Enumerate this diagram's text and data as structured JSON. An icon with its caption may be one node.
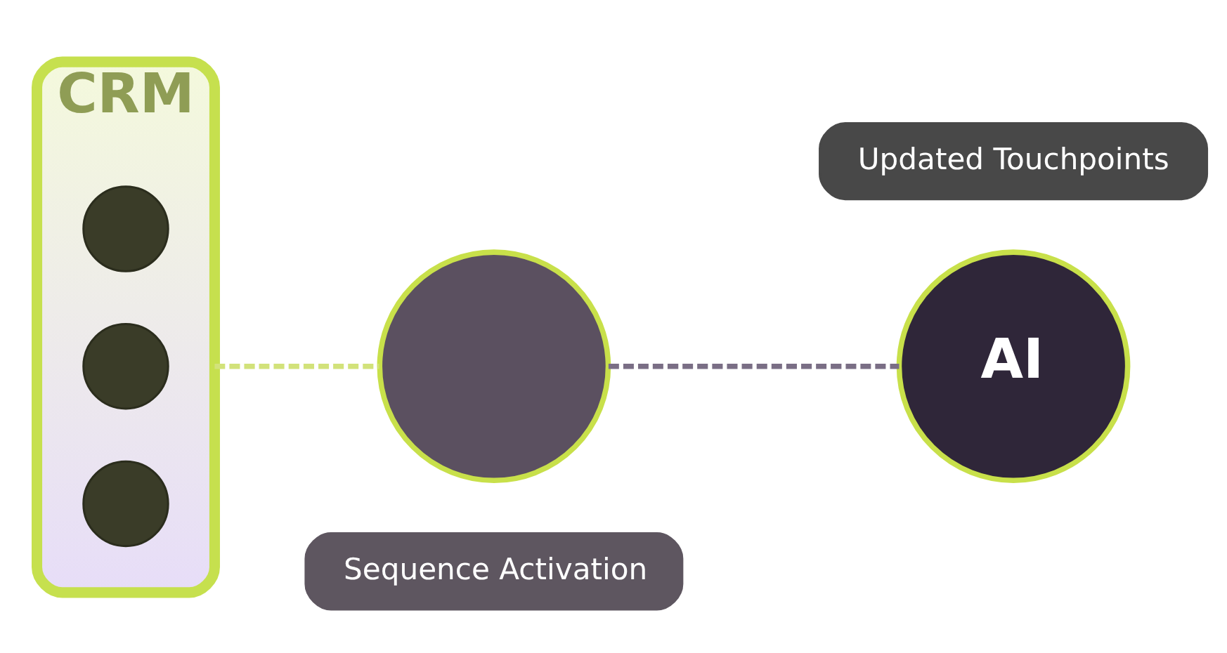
{
  "diagram": {
    "nodes": [
      {
        "text": [
          "CRM"
        ]
      },
      {
        "text": [],
        "shape": "circle",
        "in": 0
      },
      {
        "text": [],
        "shape": "circle",
        "in": 0
      },
      {
        "text": [],
        "shape": "circle",
        "in": 0
      },
      {
        "text": [],
        "shape": "circle"
      },
      {
        "text": [
          "Sequence Activation"
        ]
      },
      {
        "text": [
          "Updated Touchpoints"
        ]
      },
      {
        "text": [
          "AI"
        ]
      }
    ],
    "edges": [
      {
        "from": 0,
        "to": 4,
        "arrow": "none",
        "style": "dashed",
        "color": "#d2e27a"
      },
      {
        "from": 4,
        "to": 7,
        "arrow": "none",
        "style": "dashed",
        "color": "#7a6e85"
      }
    ]
  }
}
